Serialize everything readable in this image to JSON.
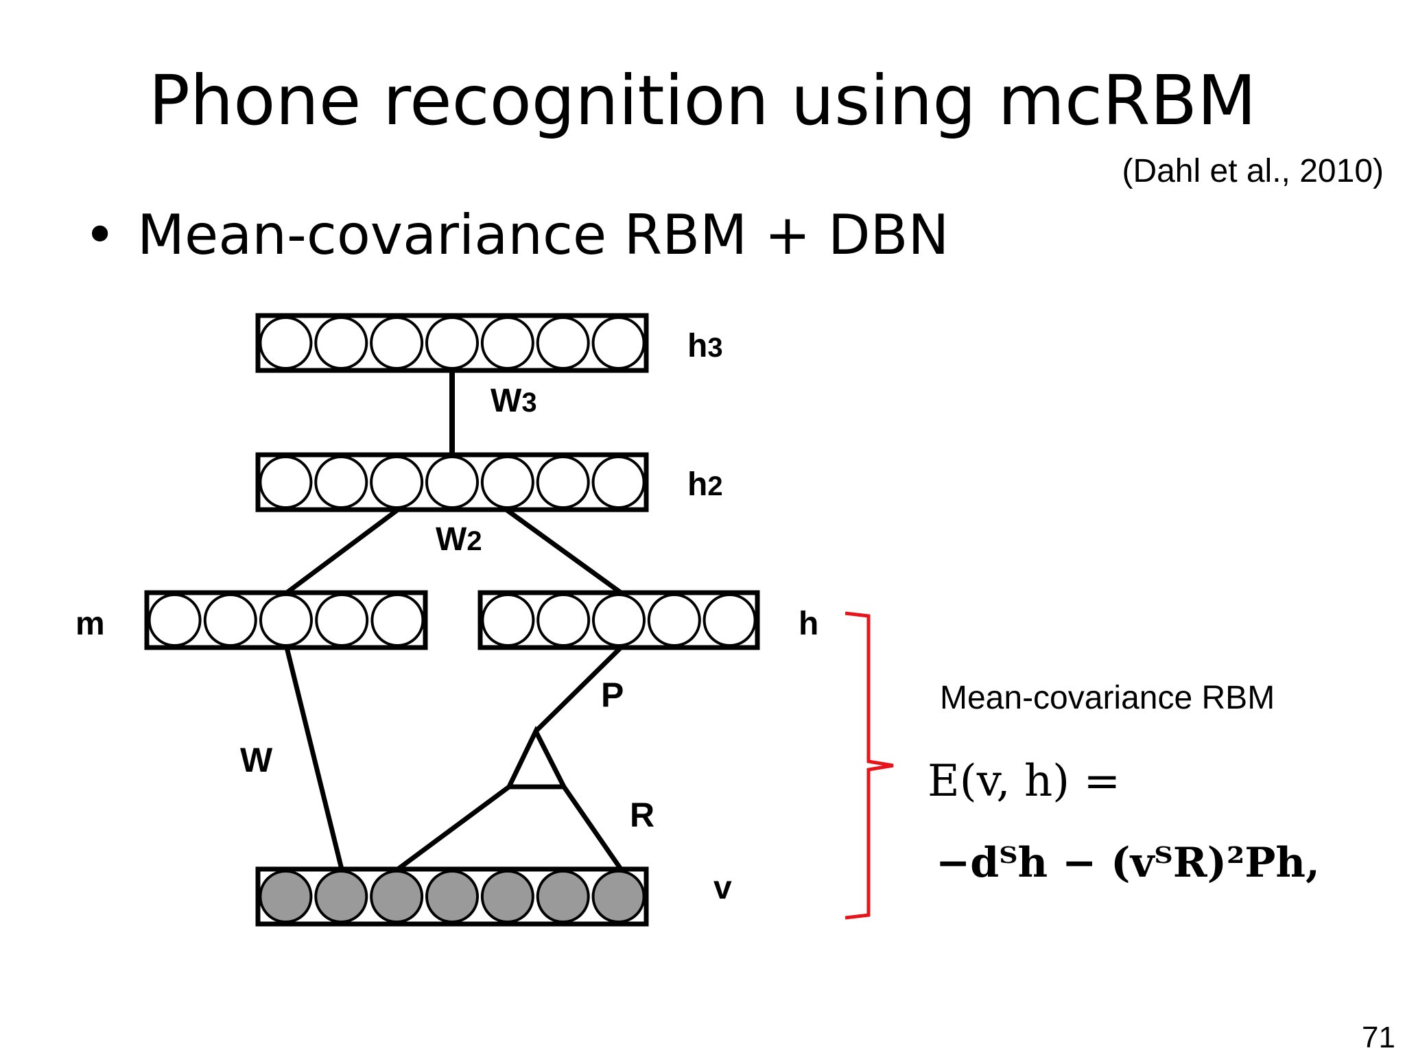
{
  "slide": {
    "title": "Phone recognition using mcRBM",
    "citation": "(Dahl et al., 2010)",
    "bullet": "Mean-covariance RBM + DBN",
    "page_number": "71"
  },
  "diagram": {
    "layers": {
      "h3": {
        "label": "h3",
        "units": 7
      },
      "h2": {
        "label": "h2",
        "units": 7
      },
      "m": {
        "label": "m",
        "units": 5
      },
      "h": {
        "label": "h",
        "units": 5
      },
      "v": {
        "label": "v",
        "units": 7,
        "filled": true
      }
    },
    "weights": {
      "W3": "W3",
      "W2": "W2",
      "W": "W",
      "P": "P",
      "R": "R"
    },
    "brace_color": "#e8141b",
    "unit_fill_visible": "#9a9a9a"
  },
  "energy": {
    "caption": "Mean-covariance RBM",
    "line1": "E(v, h) =",
    "line2": "−dᵀh − (vᵀR)²Ph,"
  }
}
